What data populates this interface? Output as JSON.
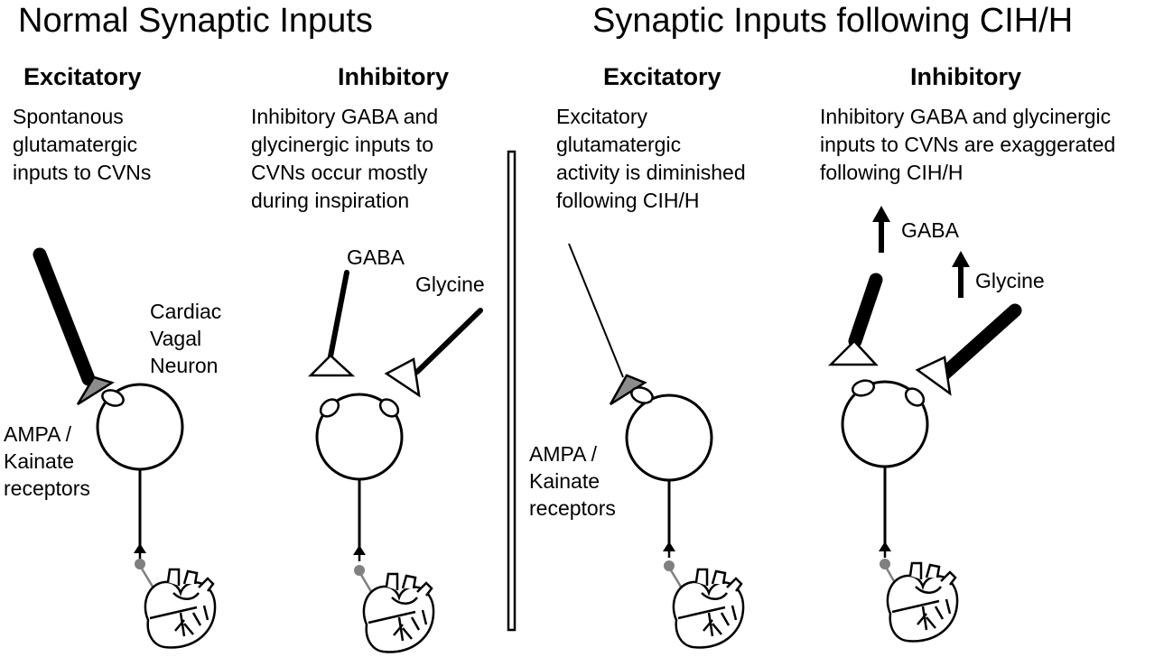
{
  "left_panel": {
    "title": "Normal Synaptic Inputs",
    "excitatory": {
      "heading": "Excitatory",
      "description": "Spontanous\nglutamatergic\ninputs to CVNs",
      "neuron_label": "Cardiac\nVagal\nNeuron",
      "receptor_label": "AMPA /\nKainate\nreceptors"
    },
    "inhibitory": {
      "heading": "Inhibitory",
      "description": "Inhibitory GABA and\nglycinergic inputs to\nCVNs occur mostly\nduring inspiration",
      "gaba_label": "GABA",
      "glycine_label": "Glycine"
    }
  },
  "right_panel": {
    "title": "Synaptic Inputs following CIH/H",
    "excitatory": {
      "heading": "Excitatory",
      "description": "Excitatory\nglutamatergic\nactivity is diminished\nfollowing CIH/H",
      "receptor_label": "AMPA /\nKainate\nreceptors"
    },
    "inhibitory": {
      "heading": "Inhibitory",
      "description": "Inhibitory GABA and glycinergic\ninputs to CVNs are exaggerated\nfollowing CIH/H",
      "gaba_label": "GABA",
      "glycine_label": "Glycine"
    }
  },
  "colors": {
    "ink": "#000000",
    "terminal_gray": "#8c8c8c",
    "lead_gray": "#808080"
  },
  "icons": [
    "excitatory-terminal",
    "inhibitory-terminal",
    "receptor",
    "neuron",
    "heart-icon",
    "increase-arrow-icon"
  ]
}
